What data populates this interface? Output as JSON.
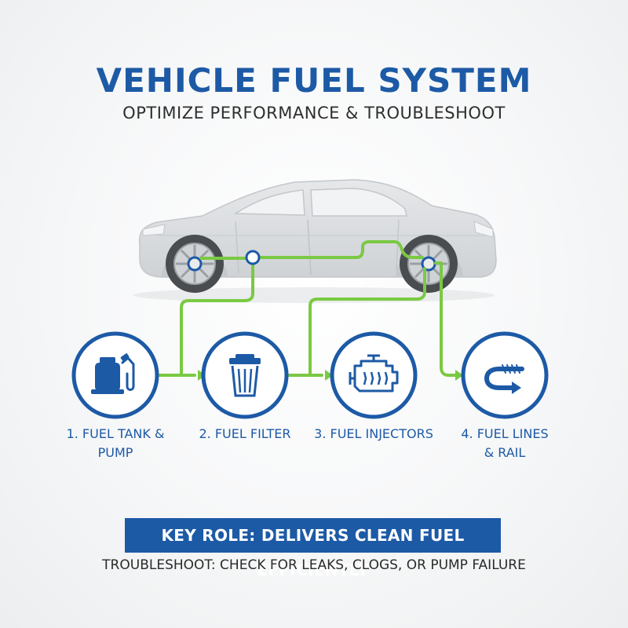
{
  "header": {
    "title": "VEHICLE FUEL SYSTEM",
    "subtitle": "OPTIMIZE PERFORMANCE & TROUBLESHOOT"
  },
  "steps": [
    {
      "label_line1": "1. FUEL TANK &",
      "label_line2": "PUMP",
      "icon": "fuel-pump-icon"
    },
    {
      "label_line1": "2. FUEL FILTER",
      "label_line2": "",
      "icon": "fuel-filter-icon"
    },
    {
      "label_line1": "3. FUEL INJECTORS",
      "label_line2": "",
      "icon": "engine-icon"
    },
    {
      "label_line1": "4. FUEL LINES",
      "label_line2": "& RAIL",
      "icon": "fuel-line-icon"
    }
  ],
  "footer": {
    "key_role": "KEY ROLE: DELIVERS CLEAN FUEL EFFICIENTLY",
    "troubleshoot": "TROUBLESHOOT: CHECK FOR LEAKS, CLOGS, OR PUMP FAILURE"
  },
  "colors": {
    "brand_blue": "#1d5aa6",
    "line_green": "#7ac943",
    "car_gray": "#d4d7da"
  }
}
